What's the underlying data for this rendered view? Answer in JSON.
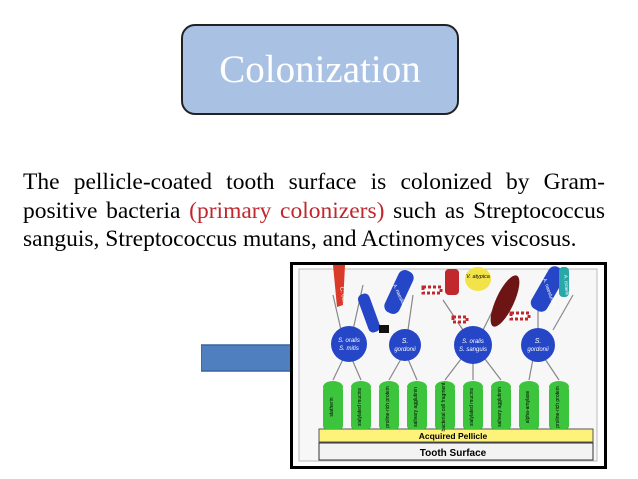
{
  "title": "Colonization",
  "paragraph": {
    "before": "The pellicle-coated tooth surface is colonized by Gram-positive bacteria ",
    "highlight": "(primary colonizers)",
    "after": "  such as Streptococcus sanguis, Streptococcus mutans, and Actinomyces viscosus."
  },
  "colors": {
    "title_box_fill": "#a9c2e4",
    "highlight_text": "#c0282d",
    "arrow_fill": "#4f7fbf",
    "receptor_green": "#3cc43c",
    "pellicle_yellow": "#fff27a",
    "sphere_blue": "#2446c7"
  },
  "figure": {
    "tooth_surface": "Tooth Surface",
    "acquired_pellicle": "Acquired Pellicle",
    "receptors": [
      "statherin",
      "sialylated mucins",
      "proline-rich protein",
      "salivary agglutinin",
      "bacterial cell fragment",
      "sialylated mucins",
      "salivary agglutinin",
      "alpha-amylase",
      "proline-rich protein"
    ],
    "spheres": [
      {
        "label1": "S. oralis",
        "label2": "S. mitis"
      },
      {
        "label1": "S.",
        "label2": "gordonii"
      },
      {
        "label1": "S. oralis",
        "label2": "S. sanguis"
      },
      {
        "label1": "S.",
        "label2": "gordonii"
      }
    ],
    "top_labels": [
      "C. ochr",
      "A. naeslundii",
      "V. atypica",
      "A. naeslundii",
      "A. israelii"
    ]
  }
}
